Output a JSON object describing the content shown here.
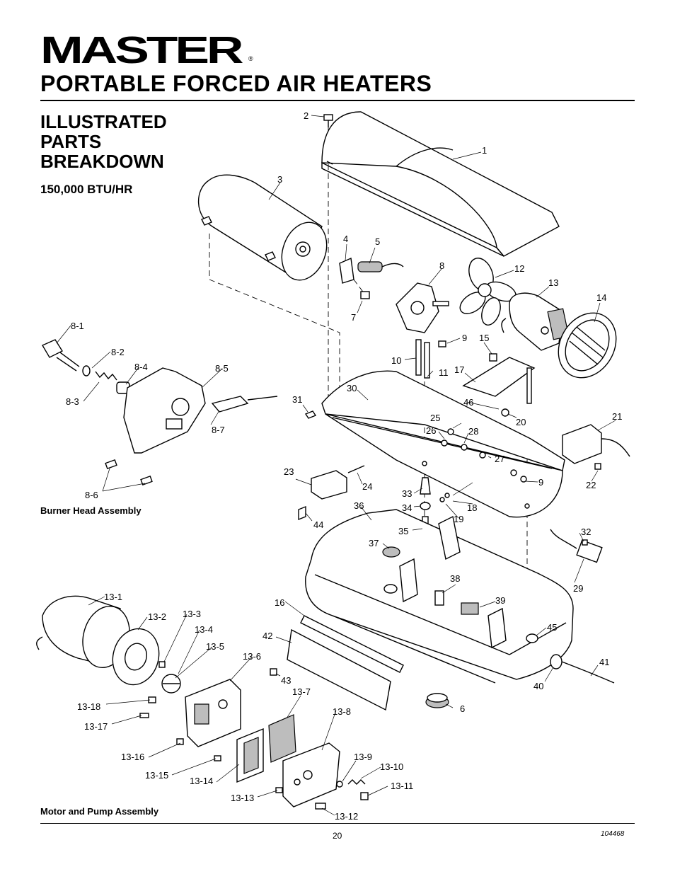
{
  "brand": {
    "logo_text": "MASTER",
    "registered": "®"
  },
  "header": {
    "title": "PORTABLE FORCED AIR HEATERS"
  },
  "section": {
    "line1": "ILLUSTRATED",
    "line2": "PARTS",
    "line3": "BREAKDOWN",
    "model": "150,000 BTU/HR"
  },
  "captions": {
    "burner_head": "Burner Head Assembly",
    "motor_pump": "Motor and Pump Assembly"
  },
  "footer": {
    "page_number": "20",
    "doc_number": "104468"
  },
  "part_labels": {
    "p1": "1",
    "p2": "2",
    "p3": "3",
    "p4": "4",
    "p5": "5",
    "p6": "6",
    "p7": "7",
    "p8": "8",
    "p9a": "9",
    "p9b": "9",
    "p10": "10",
    "p11": "11",
    "p12": "12",
    "p13": "13",
    "p14": "14",
    "p15": "15",
    "p16": "16",
    "p17": "17",
    "p18": "18",
    "p19": "19",
    "p20": "20",
    "p21": "21",
    "p22": "22",
    "p23": "23",
    "p24": "24",
    "p25": "25",
    "p26": "26",
    "p27": "27",
    "p28": "28",
    "p29": "29",
    "p30": "30",
    "p31": "31",
    "p32": "32",
    "p33": "33",
    "p34": "34",
    "p35": "35",
    "p36": "36",
    "p37": "37",
    "p38": "38",
    "p39": "39",
    "p40": "40",
    "p41": "41",
    "p42": "42",
    "p43": "43",
    "p44": "44",
    "p45": "45",
    "p46": "46",
    "b81": "8-1",
    "b82": "8-2",
    "b83": "8-3",
    "b84": "8-4",
    "b85": "8-5",
    "b86": "8-6",
    "b87": "8-7",
    "m1": "13-1",
    "m2": "13-2",
    "m3": "13-3",
    "m4": "13-4",
    "m5": "13-5",
    "m6": "13-6",
    "m7": "13-7",
    "m8": "13-8",
    "m9": "13-9",
    "m10": "13-10",
    "m11": "13-11",
    "m12": "13-12",
    "m13": "13-13",
    "m14": "13-14",
    "m15": "13-15",
    "m16": "13-16",
    "m17": "13-17",
    "m18": "13-18"
  }
}
